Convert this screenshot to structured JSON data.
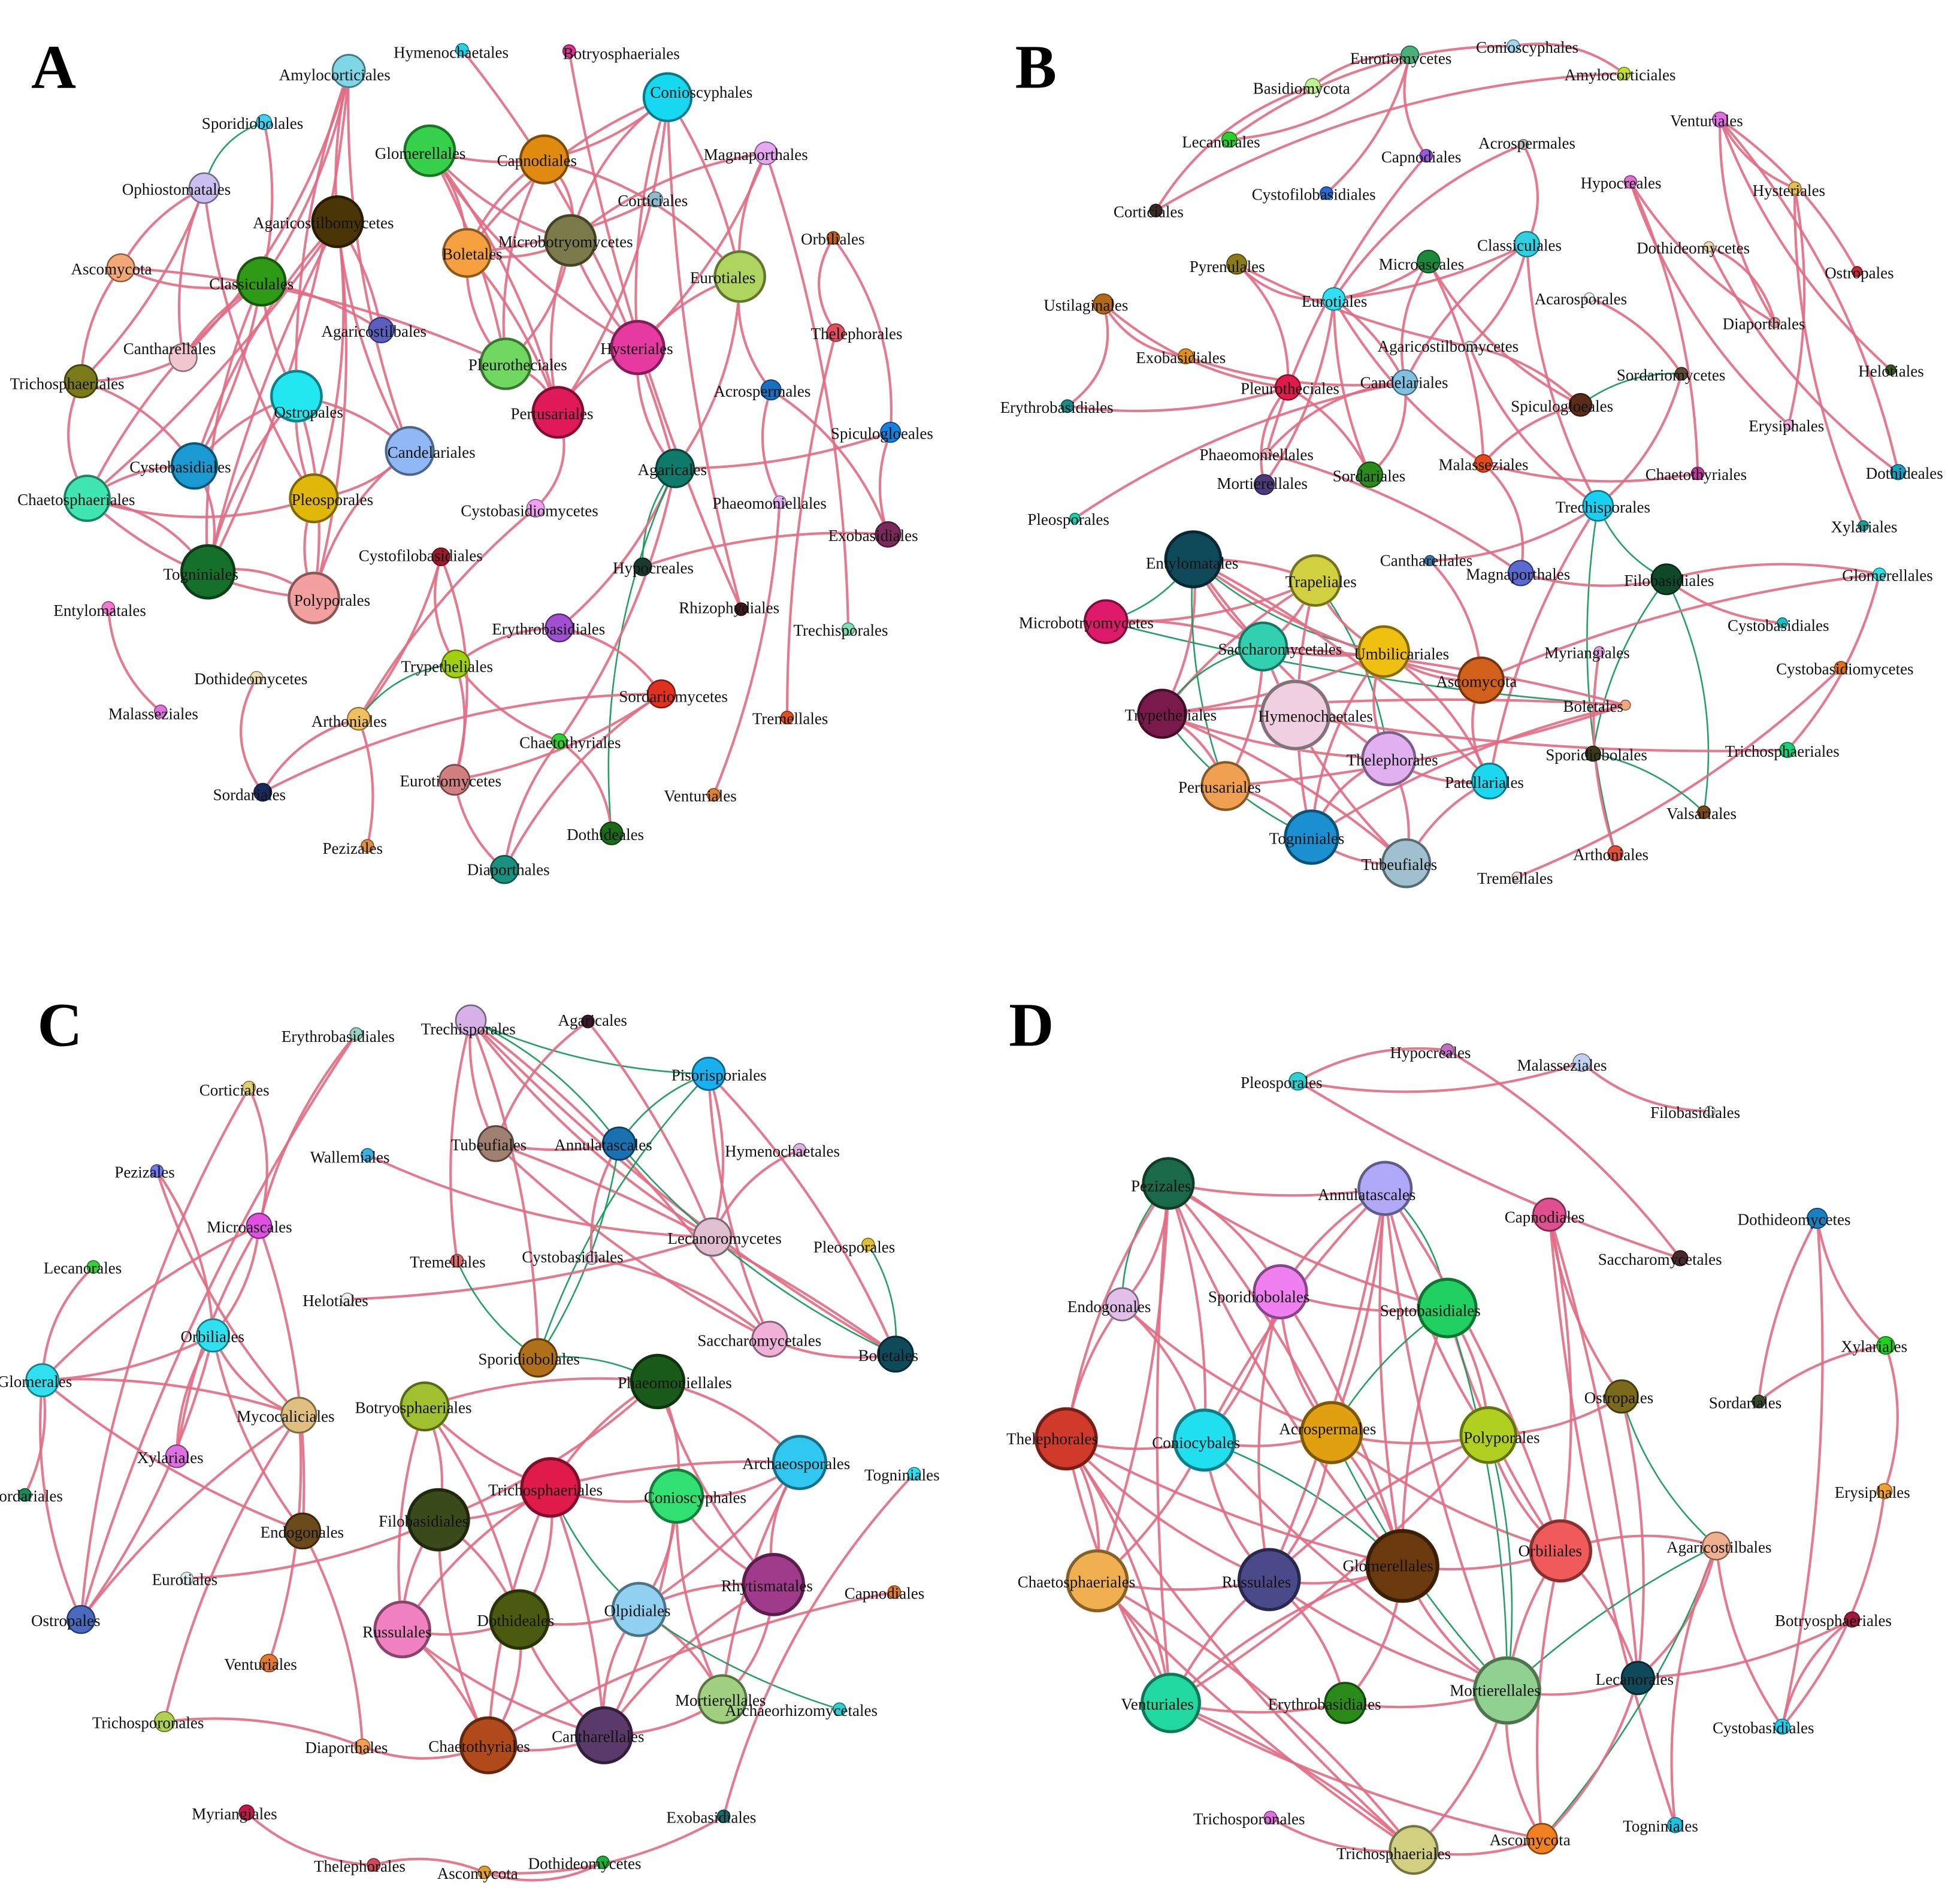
{
  "colors": {
    "positive_edge": "#e06b84",
    "negative_edge": "#1a9a5c",
    "node_stroke_alpha": 0.55
  },
  "panels": [
    {
      "letter": "A",
      "nodes": [
        {
          "label": "Hymenochaetales",
          "color": "#22d3e6"
        },
        {
          "label": "Botryosphaeriales",
          "color": "#e0338f"
        },
        {
          "label": "Amylocorticiales",
          "color": "#7fd6e6"
        },
        {
          "label": "Sporidiobolales",
          "color": "#3fd0ee"
        },
        {
          "label": "Ophiostomatales",
          "color": "#c9c0f0"
        },
        {
          "label": "Agaricostilbomycetes",
          "color": "#4a3506"
        },
        {
          "label": "Ascomycota",
          "color": "#f3a875"
        },
        {
          "label": "Classiculales",
          "color": "#2e9a16"
        },
        {
          "label": "Agaricostilbales",
          "color": "#5a5fc0"
        },
        {
          "label": "Cantharellales",
          "color": "#f1c6cf"
        },
        {
          "label": "Trichosphaeriales",
          "color": "#7a7a1a"
        },
        {
          "label": "Ostropales",
          "color": "#22e6f0"
        },
        {
          "label": "Candelariales",
          "color": "#8fb8f4"
        },
        {
          "label": "Cystobasidiales",
          "color": "#1a9ad0"
        },
        {
          "label": "Chaetosphaeriales",
          "color": "#3fe6b0"
        },
        {
          "label": "Pleosporales",
          "color": "#e0b80a"
        },
        {
          "label": "Togniniales",
          "color": "#15702c"
        },
        {
          "label": "Polyporales",
          "color": "#f4a0a0"
        },
        {
          "label": "Entylomatales",
          "color": "#f07ad0"
        },
        {
          "label": "Malasseziales",
          "color": "#e070e0"
        },
        {
          "label": "Glomerellales",
          "color": "#36d04a"
        },
        {
          "label": "Capnodiales",
          "color": "#e08a10"
        },
        {
          "label": "Conioscyphales",
          "color": "#16d8f0"
        },
        {
          "label": "Magnaporthales",
          "color": "#e6a8f0"
        },
        {
          "label": "Corticiales",
          "color": "#90b8c8"
        },
        {
          "label": "Boletales",
          "color": "#f7a040"
        },
        {
          "label": "Microbotryomycetes",
          "color": "#7a7a4a"
        },
        {
          "label": "Eurotiales",
          "color": "#b0d460"
        },
        {
          "label": "Orbiliales",
          "color": "#c06020"
        },
        {
          "label": "Hysteriales",
          "color": "#e63aa0"
        },
        {
          "label": "Pleurotheciales",
          "color": "#70d860"
        },
        {
          "label": "Thelephorales",
          "color": "#e05060"
        },
        {
          "label": "Pertusariales",
          "color": "#e01a5a"
        },
        {
          "label": "Acrospermales",
          "color": "#1a70c0"
        },
        {
          "label": "Spiculogloeales",
          "color": "#1a80e0"
        },
        {
          "label": "Agaricales",
          "color": "#0e7a6a"
        },
        {
          "label": "Cystobasidiomycetes",
          "color": "#f0a0f0"
        },
        {
          "label": "Phaeomoniellales",
          "color": "#e0b0f0"
        },
        {
          "label": "Exobasidiales",
          "color": "#7a2a5a"
        },
        {
          "label": "Cystofilobasidiales",
          "color": "#9a1a2a"
        },
        {
          "label": "Hypocreales",
          "color": "#1a3a30"
        },
        {
          "label": "Rhizophydiales",
          "color": "#3a1a1a"
        },
        {
          "label": "Erythrobasidiales",
          "color": "#a050d0"
        },
        {
          "label": "Trechisporales",
          "color": "#80e0b0"
        },
        {
          "label": "Dothideomycetes",
          "color": "#f0e0b0"
        },
        {
          "label": "Trypetheliales",
          "color": "#a0d010"
        },
        {
          "label": "Sordariomycetes",
          "color": "#e03020"
        },
        {
          "label": "Arthoniales",
          "color": "#f0c060"
        },
        {
          "label": "Chaetothyriales",
          "color": "#30d030"
        },
        {
          "label": "Tremellales",
          "color": "#e05020"
        },
        {
          "label": "Eurotiomycetes",
          "color": "#d08080"
        },
        {
          "label": "Venturiales",
          "color": "#e08030"
        },
        {
          "label": "Sordariales",
          "color": "#1a2a5a"
        },
        {
          "label": "Dothideales",
          "color": "#1a6a1a"
        },
        {
          "label": "Pezizales",
          "color": "#e09040"
        },
        {
          "label": "Diaporthales",
          "color": "#1a9080"
        }
      ]
    },
    {
      "letter": "B",
      "nodes": [
        {
          "label": "Eurotiomycetes",
          "color": "#4ab07a"
        },
        {
          "label": "Conioscyphales",
          "color": "#a0d8f0"
        },
        {
          "label": "Basidiomycota",
          "color": "#c0f090"
        },
        {
          "label": "Amylocorticiales",
          "color": "#c0e030"
        },
        {
          "label": "Lecanorales",
          "color": "#2ad02a"
        },
        {
          "label": "Capnodiales",
          "color": "#9a5ae0"
        },
        {
          "label": "Acrospermales",
          "color": "#c0c0c0"
        },
        {
          "label": "Venturiales",
          "color": "#e070e0"
        },
        {
          "label": "Corticiales",
          "color": "#3a2a2a"
        },
        {
          "label": "Cystofilobasidiales",
          "color": "#2a6ad0"
        },
        {
          "label": "Hypocreales",
          "color": "#e070d0"
        },
        {
          "label": "Hysteriales",
          "color": "#e0c050"
        },
        {
          "label": "Classiculales",
          "color": "#30d0e0"
        },
        {
          "label": "Dothideomycetes",
          "color": "#f0e0b0"
        },
        {
          "label": "Pyrenulales",
          "color": "#8a7a1a"
        },
        {
          "label": "Microascales",
          "color": "#1a8a3a"
        },
        {
          "label": "Ustilaginales",
          "color": "#b06a1a"
        },
        {
          "label": "Ostropales",
          "color": "#c02a3a"
        },
        {
          "label": "Eurotiales",
          "color": "#30e0f0"
        },
        {
          "label": "Acarosporales",
          "color": "#f0f0f0"
        },
        {
          "label": "Diaporthales",
          "color": "#e0a0a0"
        },
        {
          "label": "Exobasidiales",
          "color": "#e0901a"
        },
        {
          "label": "Agaricostilbomycetes",
          "color": "#e0e0e0"
        },
        {
          "label": "Helotiales",
          "color": "#3a5a1a"
        },
        {
          "label": "Sordariomycetes",
          "color": "#5a4a3a"
        },
        {
          "label": "Erythrobasidiales",
          "color": "#1a8a8a"
        },
        {
          "label": "Pleurotheciales",
          "color": "#e01a4a"
        },
        {
          "label": "Candelariales",
          "color": "#80c0e0"
        },
        {
          "label": "Spiculogloeales",
          "color": "#5a2a1a"
        },
        {
          "label": "Erysiphales",
          "color": "#f0b0e0"
        },
        {
          "label": "Phaeomoniellales",
          "color": "#f0b0c0"
        },
        {
          "label": "Malasseziales",
          "color": "#e04a1a"
        },
        {
          "label": "Dothideales",
          "color": "#1aa0c0"
        },
        {
          "label": "Mortierellales",
          "color": "#4a3a7a"
        },
        {
          "label": "Sordariales",
          "color": "#2a8a1a"
        },
        {
          "label": "Chaetothyriales",
          "color": "#c03aa0"
        },
        {
          "label": "Pleosporales",
          "color": "#1ad0b0"
        },
        {
          "label": "Trechisporales",
          "color": "#1ad0f0"
        },
        {
          "label": "Xylariales",
          "color": "#1aa09a"
        },
        {
          "label": "Entylomatales",
          "color": "#0e4a5a"
        },
        {
          "label": "Cantharellales",
          "color": "#3a7ab0"
        },
        {
          "label": "Magnaporthales",
          "color": "#5a6ad0"
        },
        {
          "label": "Filobasidiales",
          "color": "#0e4a2a"
        },
        {
          "label": "Glomerellales",
          "color": "#30e0e0"
        },
        {
          "label": "Trapeliales",
          "color": "#d0d040"
        },
        {
          "label": "Microbotryomycetes",
          "color": "#e01a6a"
        },
        {
          "label": "Saccharomycetales",
          "color": "#30d0b0"
        },
        {
          "label": "Umbilicariales",
          "color": "#f0c010"
        },
        {
          "label": "Cystobasidiales",
          "color": "#1ac0c0"
        },
        {
          "label": "Ascomycota",
          "color": "#d0601a"
        },
        {
          "label": "Myriangiales",
          "color": "#e0a0e0"
        },
        {
          "label": "Cystobasidiomycetes",
          "color": "#e0701a"
        },
        {
          "label": "Boletales",
          "color": "#f0a880"
        },
        {
          "label": "Trypetheliales",
          "color": "#7a1a4a"
        },
        {
          "label": "Hymenochaetales",
          "color": "#f0d0e0"
        },
        {
          "label": "Thelephorales",
          "color": "#e0b0f0"
        },
        {
          "label": "Patellariales",
          "color": "#1ad8f0"
        },
        {
          "label": "Sporidiobolales",
          "color": "#3a3a1a"
        },
        {
          "label": "Trichosphaeriales",
          "color": "#1ad07a"
        },
        {
          "label": "Pertusariales",
          "color": "#f0a050"
        },
        {
          "label": "Valsariales",
          "color": "#7a4a1a"
        },
        {
          "label": "Togniniales",
          "color": "#1a90d0"
        },
        {
          "label": "Arthoniales",
          "color": "#e0503a"
        },
        {
          "label": "Tubeufiales",
          "color": "#a0c0d0"
        },
        {
          "label": "Tremellales",
          "color": "#f0e0e0"
        }
      ]
    },
    {
      "letter": "C",
      "nodes": [
        {
          "label": "Trechisporales",
          "color": "#d8b0e8"
        },
        {
          "label": "Agaricales",
          "color": "#3a1a2a"
        },
        {
          "label": "Erythrobasidiales",
          "color": "#9ad0c0"
        },
        {
          "label": "Pisorisporiales",
          "color": "#1ab0f0"
        },
        {
          "label": "Corticiales",
          "color": "#e0d070"
        },
        {
          "label": "Tubeufiales",
          "color": "#a08070"
        },
        {
          "label": "Annulatascales",
          "color": "#1a70b0"
        },
        {
          "label": "Hymenochaetales",
          "color": "#e0b0e0"
        },
        {
          "label": "Wallemiales",
          "color": "#3ab0e0"
        },
        {
          "label": "Pezizales",
          "color": "#6a7af0"
        },
        {
          "label": "Lecanoromycetes",
          "color": "#e0c0d0"
        },
        {
          "label": "Pleosporales",
          "color": "#e0c030"
        },
        {
          "label": "Microascales",
          "color": "#e050e0"
        },
        {
          "label": "Lecanorales",
          "color": "#3ad03a"
        },
        {
          "label": "Tremellales",
          "color": "#e06a6a"
        },
        {
          "label": "Cystobasidiales",
          "color": "#f0d0e0"
        },
        {
          "label": "Helotiales",
          "color": "#f0f0f0"
        },
        {
          "label": "Orbiliales",
          "color": "#30e0f0"
        },
        {
          "label": "Saccharomycetales",
          "color": "#f0b0d8"
        },
        {
          "label": "Sporidiobolales",
          "color": "#b0701a"
        },
        {
          "label": "Boletales",
          "color": "#0e4a5a"
        },
        {
          "label": "Glomerales",
          "color": "#30e0f0"
        },
        {
          "label": "Phaeomoniellales",
          "color": "#1a5a1a"
        },
        {
          "label": "Mycocaliciales",
          "color": "#e0c080"
        },
        {
          "label": "Botryosphaeriales",
          "color": "#a0c030"
        },
        {
          "label": "Xylariales",
          "color": "#e070e0"
        },
        {
          "label": "Archaeosporales",
          "color": "#30c8f0"
        },
        {
          "label": "Togniniales",
          "color": "#30e0f0"
        },
        {
          "label": "Trichosphaeriales",
          "color": "#e01a4a"
        },
        {
          "label": "Conioscyphales",
          "color": "#30e070"
        },
        {
          "label": "Sordariales",
          "color": "#1a8a5a"
        },
        {
          "label": "Filobasidiales",
          "color": "#3a4a1a"
        },
        {
          "label": "Endogonales",
          "color": "#6a4a1a"
        },
        {
          "label": "Eurotiales",
          "color": "#e0f0f0"
        },
        {
          "label": "Capnodiales",
          "color": "#e07a30"
        },
        {
          "label": "Rhytismatales",
          "color": "#a03a8a"
        },
        {
          "label": "Ostropales",
          "color": "#4a6ac0"
        },
        {
          "label": "Russulales",
          "color": "#f080c0"
        },
        {
          "label": "Dothideales",
          "color": "#4a5a0e"
        },
        {
          "label": "Olpidiales",
          "color": "#90d0f0"
        },
        {
          "label": "Venturiales",
          "color": "#e07a30"
        },
        {
          "label": "Mortierellales",
          "color": "#a0d080"
        },
        {
          "label": "Archaeorhizomycetales",
          "color": "#30d0d0"
        },
        {
          "label": "Trichosporonales",
          "color": "#b0d050"
        },
        {
          "label": "Diaporthales",
          "color": "#f0a050"
        },
        {
          "label": "Chaetothyriales",
          "color": "#b04a1a"
        },
        {
          "label": "Cantharellales",
          "color": "#5a3a6a"
        },
        {
          "label": "Myriangiales",
          "color": "#c01a4a"
        },
        {
          "label": "Exobasidiales",
          "color": "#1a6a6a"
        },
        {
          "label": "Thelephorales",
          "color": "#d04a5a"
        },
        {
          "label": "Ascomycota",
          "color": "#e0a030"
        },
        {
          "label": "Dothideomycetes",
          "color": "#1ab03a"
        }
      ]
    },
    {
      "letter": "D",
      "nodes": [
        {
          "label": "Hypocreales",
          "color": "#c070c0"
        },
        {
          "label": "Malasseziales",
          "color": "#c0d0f0"
        },
        {
          "label": "Pleosporales",
          "color": "#30d0d0"
        },
        {
          "label": "Filobasidiales",
          "color": "#f0f0f0"
        },
        {
          "label": "Pezizales",
          "color": "#1a6a4a"
        },
        {
          "label": "Annulatascales",
          "color": "#b0a8f8"
        },
        {
          "label": "Capnodiales",
          "color": "#e05090"
        },
        {
          "label": "Dothideomycetes",
          "color": "#1a80c0"
        },
        {
          "label": "Saccharomycetales",
          "color": "#4a2a2a"
        },
        {
          "label": "Endogonales",
          "color": "#e0c0e8"
        },
        {
          "label": "Sporidiobolales",
          "color": "#f080f0"
        },
        {
          "label": "Septobasidiales",
          "color": "#20d060"
        },
        {
          "label": "Xylariales",
          "color": "#20d020"
        },
        {
          "label": "Sordariales",
          "color": "#3a4a2a"
        },
        {
          "label": "Ostropales",
          "color": "#7a6a1a"
        },
        {
          "label": "Thelephorales",
          "color": "#d03a2a"
        },
        {
          "label": "Coniocybales",
          "color": "#20e0f0"
        },
        {
          "label": "Acrospermales",
          "color": "#e0a010"
        },
        {
          "label": "Polyporales",
          "color": "#b0d020"
        },
        {
          "label": "Erysiphales",
          "color": "#f0a030"
        },
        {
          "label": "Agaricostilbales",
          "color": "#f0b090"
        },
        {
          "label": "Glomerellales",
          "color": "#6a3a0e"
        },
        {
          "label": "Orbiliales",
          "color": "#f05a5a"
        },
        {
          "label": "Chaetosphaeriales",
          "color": "#f0b050"
        },
        {
          "label": "Russulales",
          "color": "#4a4a8a"
        },
        {
          "label": "Botryosphaeriales",
          "color": "#a01a3a"
        },
        {
          "label": "Mortierellales",
          "color": "#90d090"
        },
        {
          "label": "Lecanorales",
          "color": "#0e4a5a"
        },
        {
          "label": "Venturiales",
          "color": "#20d8a0"
        },
        {
          "label": "Erythrobasidiales",
          "color": "#2a8a1a"
        },
        {
          "label": "Cystobasidiales",
          "color": "#20d0f0"
        },
        {
          "label": "Trichosporonales",
          "color": "#e070e0"
        },
        {
          "label": "Togniniales",
          "color": "#20c0e0"
        },
        {
          "label": "Trichosphaeriales",
          "color": "#d0d080"
        },
        {
          "label": "Ascomycota",
          "color": "#f08020"
        }
      ]
    }
  ]
}
